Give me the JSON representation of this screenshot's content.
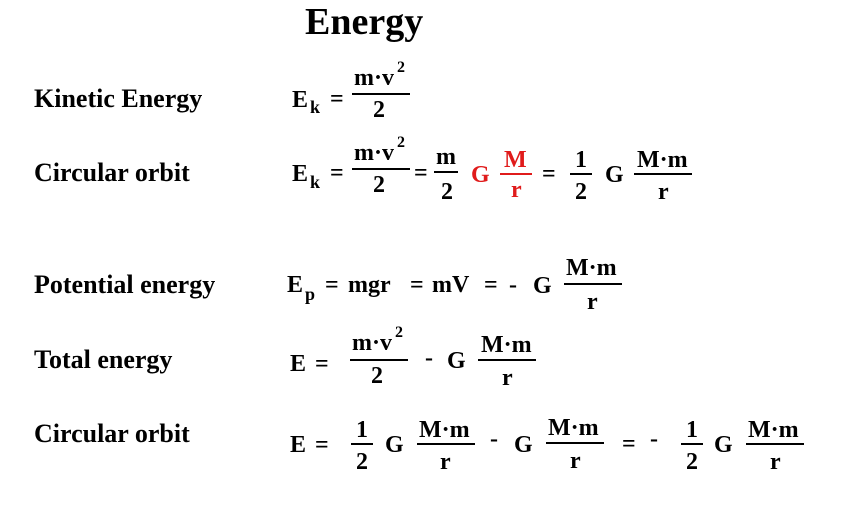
{
  "title": "Energy",
  "colors": {
    "text": "#000000",
    "accent": "#e01b1b",
    "background": "#ffffff"
  },
  "rows": {
    "kinetic": {
      "label": "Kinetic Energy"
    },
    "circular1": {
      "label": "Circular orbit"
    },
    "potential": {
      "label": "Potential energy"
    },
    "total": {
      "label": "Total energy"
    },
    "circular2": {
      "label": "Circular orbit"
    }
  },
  "sym": {
    "E": "E",
    "k": "k",
    "p": "p",
    "eq": "=",
    "two": "2",
    "one": "1",
    "G": "G",
    "mv": "m·v",
    "sq": "2",
    "m": "m",
    "M": "M",
    "r": "r",
    "Mm": "M·m",
    "mgr": "mgr",
    "mV": "mV",
    "minus": "-"
  }
}
